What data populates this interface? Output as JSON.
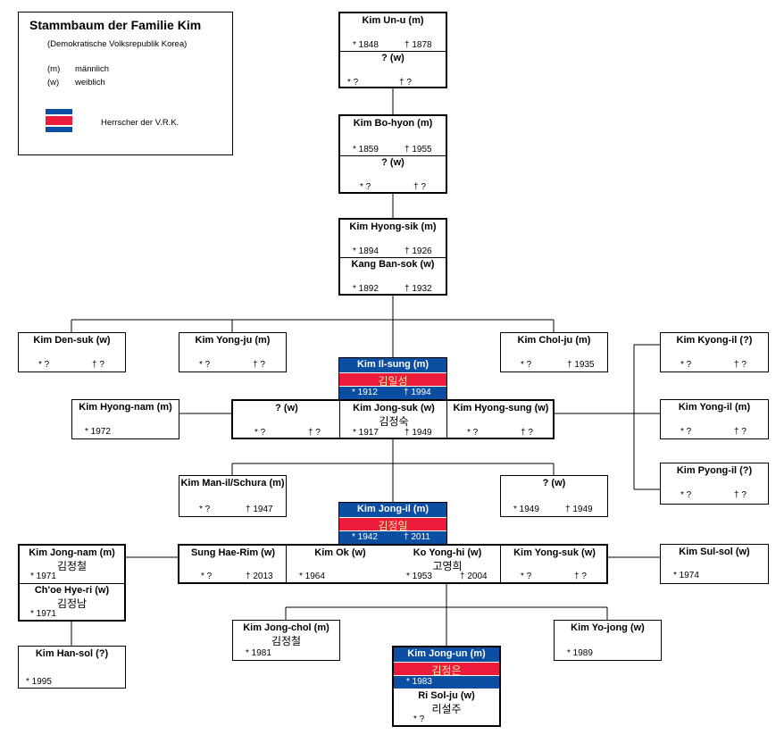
{
  "legend": {
    "title": "Stammbaum der Familie Kim",
    "subtitle": "(Demokratische Volksrepublik Korea)",
    "m_key": "(m)",
    "m_label": "männlich",
    "w_key": "(w)",
    "w_label": "weiblich",
    "ruler_label": "Herrscher der V.R.K."
  },
  "colors": {
    "ruler_blue": "#0b4ea2",
    "ruler_red": "#ed1c3c",
    "ruler_korean_text": "#ffe9a8"
  },
  "people": {
    "kim_un_u": {
      "name": "Kim Un-u (m)",
      "born": "* 1848",
      "died": "† 1878"
    },
    "kim_un_u_wife": {
      "name": "? (w)",
      "born": "* ?",
      "died": "† ?"
    },
    "kim_bo_hyon": {
      "name": "Kim Bo-hyon (m)",
      "born": "* 1859",
      "died": "† 1955"
    },
    "kim_bo_hyon_wife": {
      "name": "? (w)",
      "born": "* ?",
      "died": "† ?"
    },
    "kim_hyong_sik": {
      "name": "Kim Hyong-sik (m)",
      "born": "* 1894",
      "died": "† 1926"
    },
    "kang_ban_sok": {
      "name": "Kang Ban-sok (w)",
      "born": "* 1892",
      "died": "† 1932"
    },
    "kim_den_suk": {
      "name": "Kim Den-suk (w)",
      "born": "* ?",
      "died": "† ?"
    },
    "kim_yong_ju": {
      "name": "Kim Yong-ju (m)",
      "born": "* ?",
      "died": "† ?"
    },
    "kim_chol_ju": {
      "name": "Kim Chol-ju (m)",
      "born": "* ?",
      "died": "† 1935"
    },
    "kim_il_sung": {
      "name": "Kim Il-sung (m)",
      "korean": "김일성",
      "born": "* 1912",
      "died": "† 1994"
    },
    "kim_hyong_nam": {
      "name": "Kim Hyong-nam (m)",
      "born": "* 1972"
    },
    "il_sung_wife_unknown": {
      "name": "? (w)",
      "born": "* ?",
      "died": "† ?"
    },
    "kim_jong_suk": {
      "name": "Kim Jong-suk (w)",
      "korean": "김정숙",
      "born": "* 1917",
      "died": "† 1949"
    },
    "kim_hyong_sung": {
      "name": "Kim Hyong-sung (w)",
      "born": "* ?",
      "died": "† ?"
    },
    "kim_kyong_il": {
      "name": "Kim Kyong-il (?)",
      "born": "* ?",
      "died": "† ?"
    },
    "kim_yong_il": {
      "name": "Kim Yong-il (m)",
      "born": "* ?",
      "died": "† ?"
    },
    "kim_pyong_il": {
      "name": "Kim Pyong-il (?)",
      "born": "* ?",
      "died": "† ?"
    },
    "kim_man_il": {
      "name": "Kim Man-il/Schura (m)",
      "born": "* ?",
      "died": "† 1947"
    },
    "daughter_unknown": {
      "name": "? (w)",
      "born": "* 1949",
      "died": "† 1949"
    },
    "kim_jong_il": {
      "name": "Kim Jong-il (m)",
      "korean": "김정일",
      "born": "* 1942",
      "died": "† 2011"
    },
    "kim_jong_nam": {
      "name": "Kim Jong-nam (m)",
      "korean": "김정철",
      "born": "* 1971"
    },
    "choe_hye_ri": {
      "name": "Ch'oe Hye-ri (w)",
      "korean": "김정남",
      "born": "* 1971"
    },
    "sung_hae_rim": {
      "name": "Sung Hae-Rim (w)",
      "born": "* ?",
      "died": "† 2013"
    },
    "kim_ok": {
      "name": "Kim Ok (w)",
      "born": "* 1964"
    },
    "ko_yong_hi": {
      "name": "Ko Yong-hi (w)",
      "korean": "고영희",
      "born": "* 1953",
      "died": "† 2004"
    },
    "kim_yong_suk": {
      "name": "Kim Yong-suk (w)",
      "born": "* ?",
      "died": "† ?"
    },
    "kim_sul_sol": {
      "name": "Kim Sul-sol (w)",
      "born": "* 1974"
    },
    "kim_han_sol": {
      "name": "Kim Han-sol (?)",
      "born": "* 1995"
    },
    "kim_jong_chol": {
      "name": "Kim Jong-chol (m)",
      "korean": "김정철",
      "born": "* 1981"
    },
    "kim_yo_jong": {
      "name": "Kim Yo-jong (w)",
      "born": "* 1989"
    },
    "kim_jong_un": {
      "name": "Kim Jong-un (m)",
      "korean": "김정은",
      "born": "* 1983"
    },
    "ri_sol_ju": {
      "name": "Ri Sol-ju (w)",
      "korean": "리설주",
      "born": "* ?"
    }
  }
}
